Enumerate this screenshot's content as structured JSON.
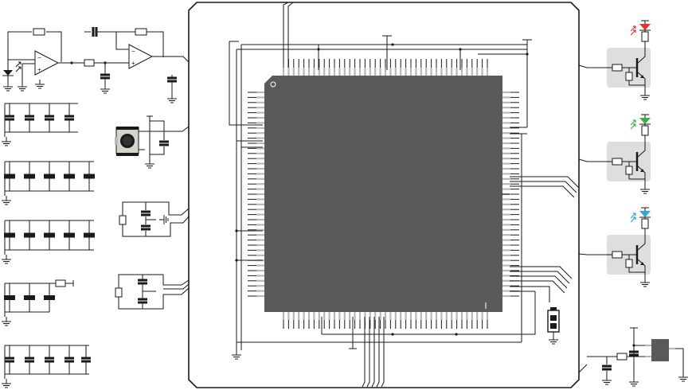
{
  "diagram": {
    "type": "electronic-schematic",
    "colors": {
      "background": "#ffffff",
      "wire": "#1a1a1a",
      "chip_body": "#5a5a5a",
      "chip_pins": "#b8b8b8",
      "transistor_panel": "#dedede",
      "led_red": "#e8322a",
      "led_green": "#3cb043",
      "led_blue": "#2aa8e0"
    },
    "components": {
      "microcontroller": "main-mcu-chip",
      "op_amps": 2,
      "leds": [
        "red",
        "green",
        "blue"
      ],
      "transistor_stages": 3,
      "decoupling_capacitor_rows": 6,
      "push_button": 1,
      "crystals": 2,
      "battery": 1
    }
  }
}
